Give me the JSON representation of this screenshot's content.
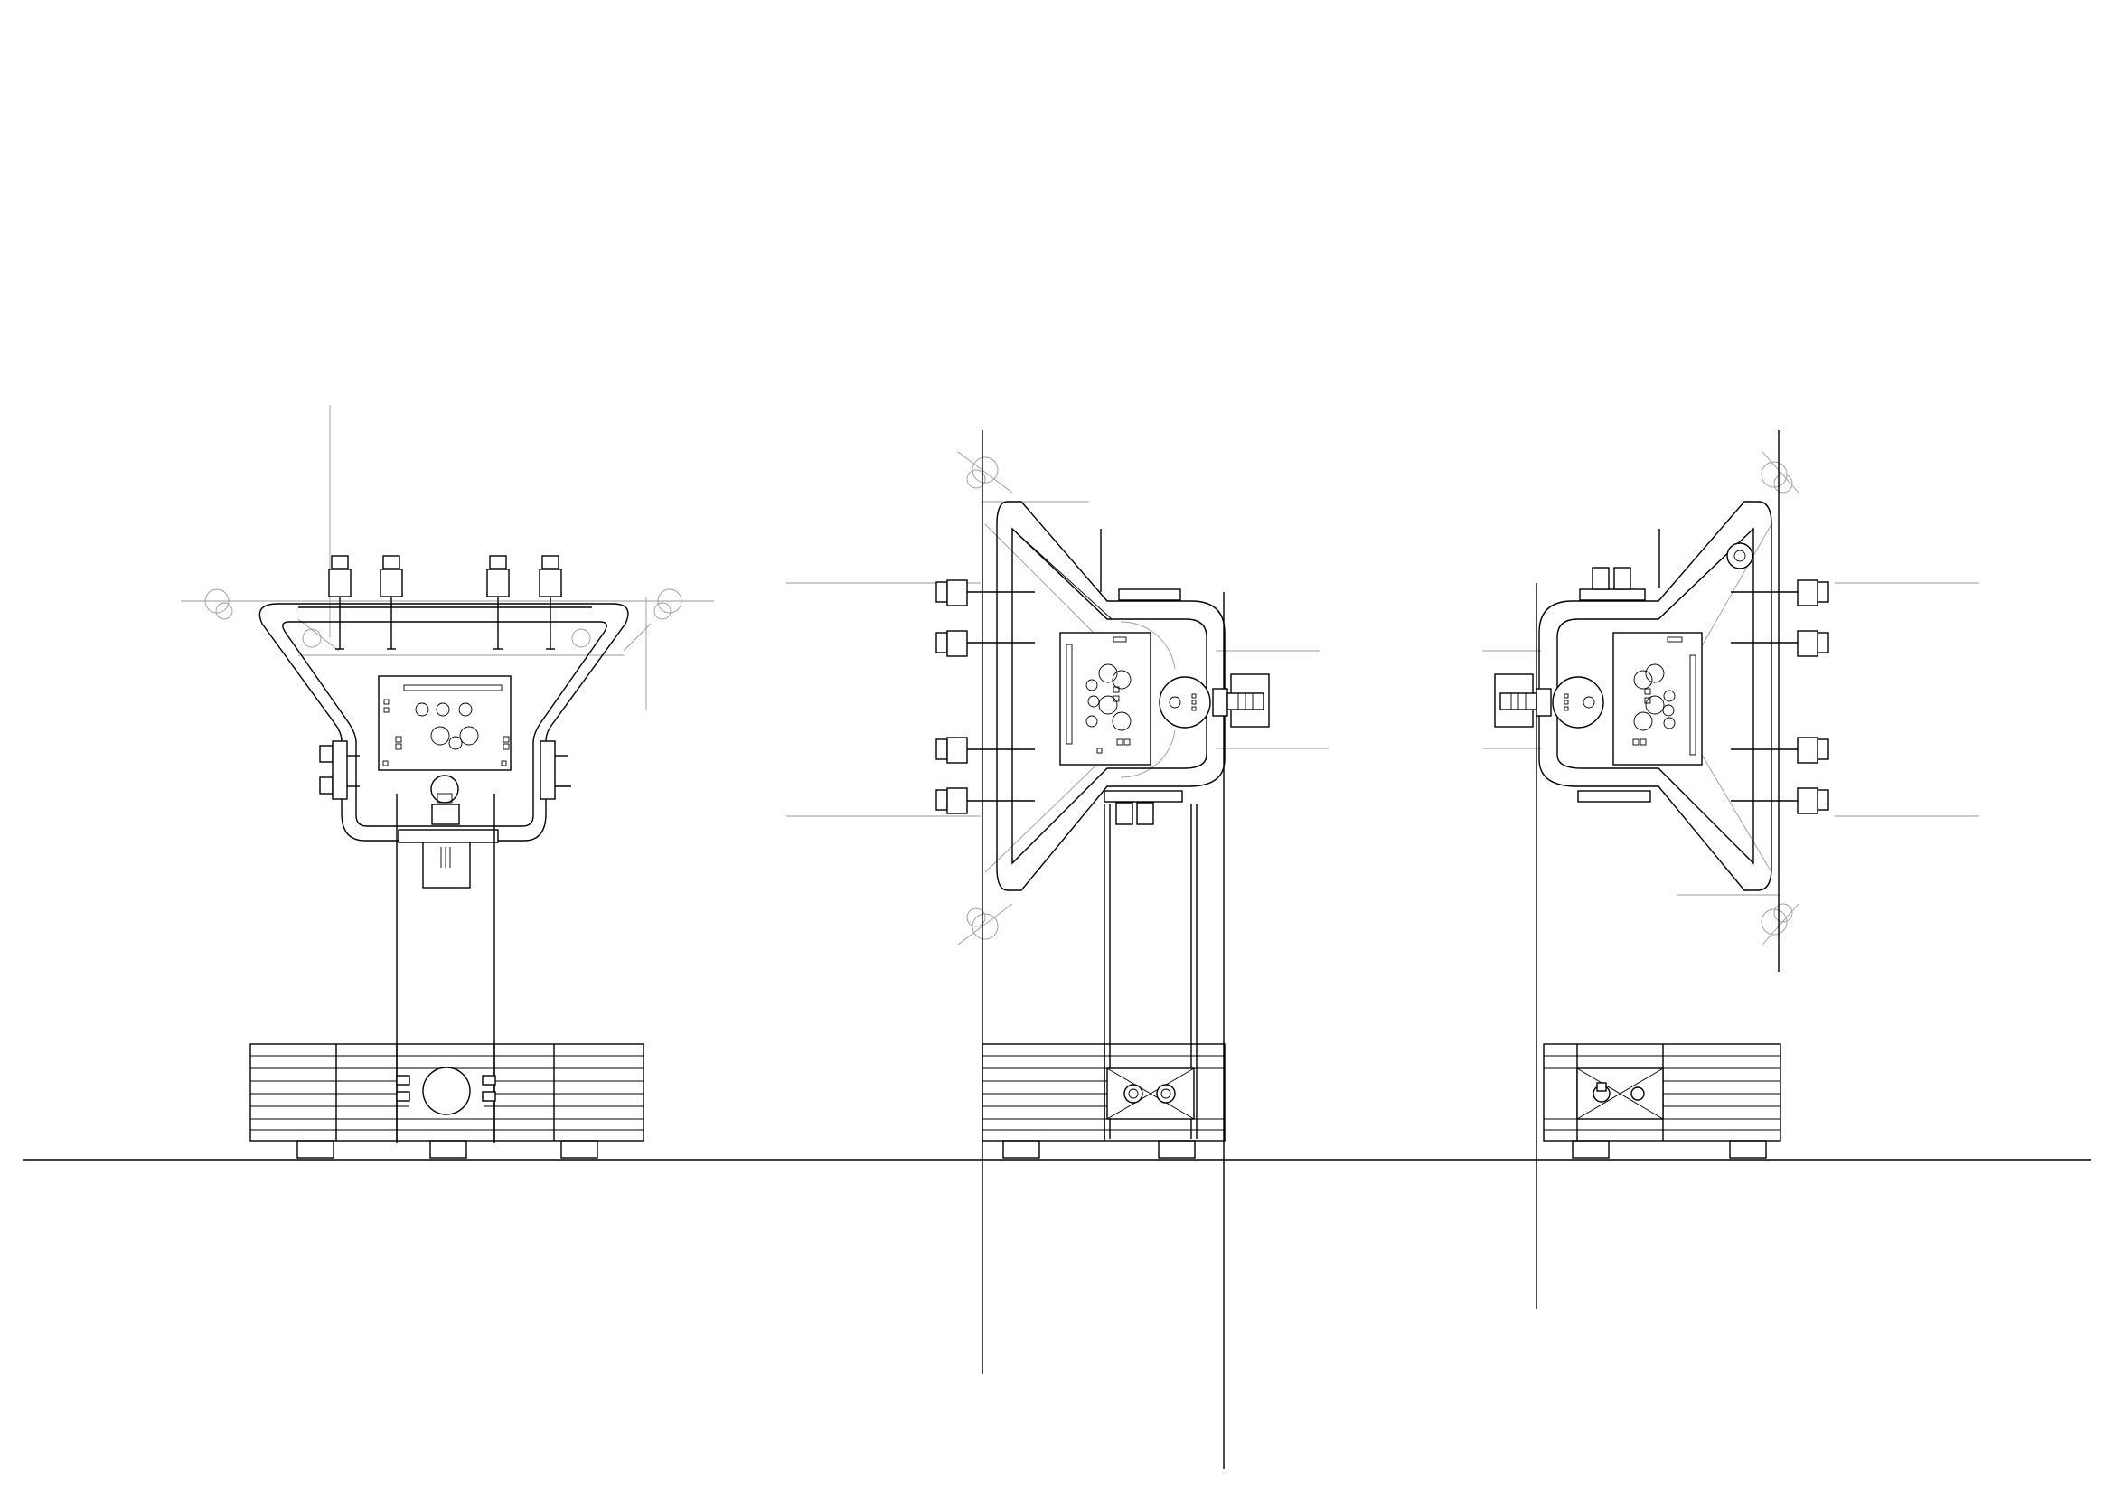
{
  "drawing": {
    "views": [
      {
        "name": "front-elevation"
      },
      {
        "name": "left-side-elevation"
      },
      {
        "name": "right-side-elevation"
      }
    ],
    "text": []
  }
}
